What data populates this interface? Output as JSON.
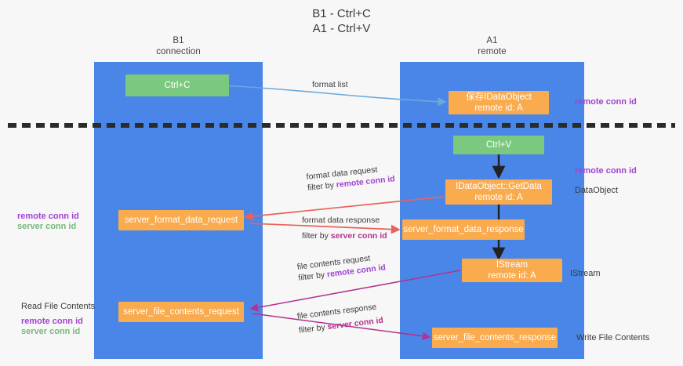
{
  "title": {
    "line1": "B1 - Ctrl+C",
    "line2": "A1 - Ctrl+V"
  },
  "columns": [
    {
      "name": "B1",
      "role": "connection"
    },
    {
      "name": "A1",
      "role": "remote"
    }
  ],
  "colors": {
    "lane": "#4a86e8",
    "green_node": "#7bc97f",
    "orange_node": "#f9ab4e",
    "purple": "#a142d0",
    "green_text": "#76b87a",
    "magenta": "#b4318f",
    "blue_arrow": "#6aa8dc",
    "red_arrow": "#e8635a",
    "black_arrow": "#222222"
  },
  "nodes": {
    "ctrl_c": {
      "label": "Ctrl+C"
    },
    "ctrl_v": {
      "label": "Ctrl+V"
    },
    "idataobject_save": {
      "line1": "保存IDataObject",
      "line2": "remote id: A"
    },
    "idataobject_getdata": {
      "line1": "IDataObject::GetData",
      "line2": "remote id: A"
    },
    "istream": {
      "line1": "IStream",
      "line2": "remote id: A"
    },
    "server_format_data_request": {
      "label": "server_format_data_request"
    },
    "server_format_data_response": {
      "label": "server_format_data_response"
    },
    "server_file_contents_request": {
      "label": "server_file_contents_request"
    },
    "server_file_contents_response": {
      "label": "server_file_contents_response"
    }
  },
  "right_labels": {
    "remote_conn_id_top": "remote conn id",
    "remote_conn_id_mid": "remote conn id",
    "dataobject": "DataObject",
    "istream": "IStream",
    "write_file_contents": "Write File Contents"
  },
  "left_labels": {
    "remote_conn_id": "remote conn id",
    "server_conn_id": "server conn id",
    "read_file_contents": "Read File Contents",
    "remote_conn_id_2": "remote conn id",
    "server_conn_id_2": "server conn id"
  },
  "edges": {
    "format_list": {
      "text": "format list"
    },
    "format_data_request": {
      "text": "format data request",
      "filter_prefix": "filter by ",
      "filter_key": "remote conn id"
    },
    "format_data_response": {
      "text": "format data response",
      "filter_prefix": "filter by ",
      "filter_key": "server conn id"
    },
    "file_contents_request": {
      "text": "file contents request",
      "filter_prefix": "filter by ",
      "filter_key": "remote conn id"
    },
    "file_contents_response": {
      "text": "file contents response",
      "filter_prefix": "filter by ",
      "filter_key": "server conn id"
    }
  }
}
